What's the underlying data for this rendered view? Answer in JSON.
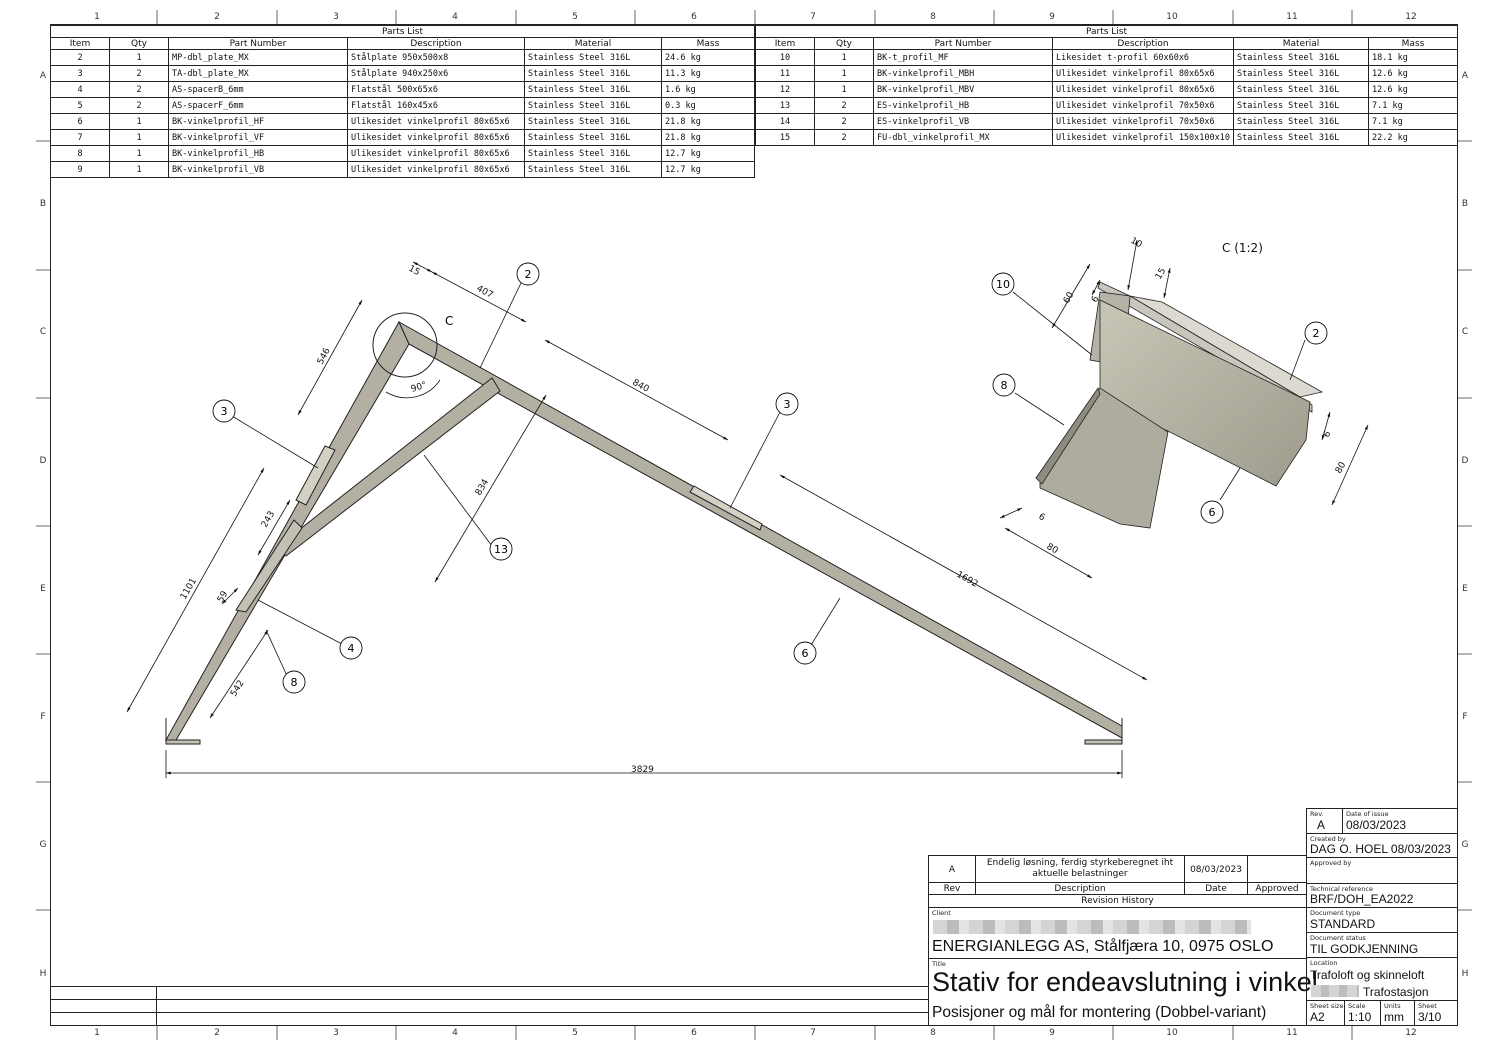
{
  "zones": {
    "columns": [
      "1",
      "2",
      "3",
      "4",
      "5",
      "6",
      "7",
      "8",
      "9",
      "10",
      "11",
      "12"
    ],
    "rows": [
      "A",
      "B",
      "C",
      "D",
      "E",
      "F",
      "G",
      "H"
    ]
  },
  "parts_list_left": {
    "title": "Parts List",
    "headers": [
      "Item",
      "Qty",
      "Part Number",
      "Description",
      "Material",
      "Mass"
    ],
    "rows": [
      [
        "2",
        "1",
        "MP-dbl_plate_MX",
        "Stålplate 950x500x8",
        "Stainless Steel 316L",
        "24.6 kg"
      ],
      [
        "3",
        "2",
        "TA-dbl_plate_MX",
        "Stålplate 940x250x6",
        "Stainless Steel 316L",
        "11.3 kg"
      ],
      [
        "4",
        "2",
        "AS-spacerB_6mm",
        "Flatstål 500x65x6",
        "Stainless Steel 316L",
        "1.6 kg"
      ],
      [
        "5",
        "2",
        "AS-spacerF_6mm",
        "Flatstål 160x45x6",
        "Stainless Steel 316L",
        "0.3 kg"
      ],
      [
        "6",
        "1",
        "BK-vinkelprofil_HF",
        "Ulikesidet vinkelprofil 80x65x6",
        "Stainless Steel 316L",
        "21.8 kg"
      ],
      [
        "7",
        "1",
        "BK-vinkelprofil_VF",
        "Ulikesidet vinkelprofil 80x65x6",
        "Stainless Steel 316L",
        "21.8 kg"
      ],
      [
        "8",
        "1",
        "BK-vinkelprofil_HB",
        "Ulikesidet vinkelprofil 80x65x6",
        "Stainless Steel 316L",
        "12.7 kg"
      ],
      [
        "9",
        "1",
        "BK-vinkelprofil_VB",
        "Ulikesidet vinkelprofil 80x65x6",
        "Stainless Steel 316L",
        "12.7 kg"
      ]
    ]
  },
  "parts_list_right": {
    "title": "Parts List",
    "headers": [
      "Item",
      "Qty",
      "Part Number",
      "Description",
      "Material",
      "Mass"
    ],
    "rows": [
      [
        "10",
        "1",
        "BK-t_profil_MF",
        "Likesidet t-profil 60x60x6",
        "Stainless Steel 316L",
        "18.1 kg"
      ],
      [
        "11",
        "1",
        "BK-vinkelprofil_MBH",
        "Ulikesidet vinkelprofil 80x65x6",
        "Stainless Steel 316L",
        "12.6 kg"
      ],
      [
        "12",
        "1",
        "BK-vinkelprofil_MBV",
        "Ulikesidet vinkelprofil 80x65x6",
        "Stainless Steel 316L",
        "12.6 kg"
      ],
      [
        "13",
        "2",
        "ES-vinkelprofil_HB",
        "Ulikesidet vinkelprofil 70x50x6",
        "Stainless Steel 316L",
        "7.1 kg"
      ],
      [
        "14",
        "2",
        "ES-vinkelprofil_VB",
        "Ulikesidet vinkelprofil 70x50x6",
        "Stainless Steel 316L",
        "7.1 kg"
      ],
      [
        "15",
        "2",
        "FU-dbl_vinkelprofil_MX",
        "Ulikesidet vinkelprofil 150x100x10",
        "Stainless Steel 316L",
        "22.2 kg"
      ]
    ]
  },
  "main_view": {
    "dims": {
      "d15": "15",
      "d407": "407",
      "d546": "546",
      "d90": "90°",
      "d840": "840",
      "d834": "834",
      "d243": "243",
      "d1101": "1101",
      "d59": "59",
      "d542": "542",
      "d1692": "1692",
      "d3829": "3829"
    },
    "detail_label": "C",
    "balloons": {
      "b2": "2",
      "b3a": "3",
      "b3b": "3",
      "b13": "13",
      "b4": "4",
      "b8": "8",
      "b6": "6"
    }
  },
  "detail_view": {
    "title": "C (1:2)",
    "dims": {
      "d10": "10",
      "d15": "15",
      "d60": "60",
      "d6a": "6",
      "d6b": "6",
      "d80a": "80",
      "d6c": "6",
      "d80b": "80"
    },
    "balloons": {
      "b10": "10",
      "b8": "8",
      "b2": "2",
      "b6": "6"
    }
  },
  "revision": {
    "rev": "A",
    "description": "Endelig løsning, ferdig styrkeberegnet iht aktuelle belastninger",
    "date": "08/03/2023",
    "approved": "",
    "headers": {
      "rev": "Rev",
      "description": "Description",
      "date": "Date",
      "approved": "Approved"
    },
    "title": "Revision History"
  },
  "title_block": {
    "client_label": "Client",
    "client": "ENERGIANLEGG AS, Stålfjæra 10, 0975 OSLO",
    "title_label": "Title",
    "title": "Stativ for endeavslutning i vinkel",
    "subtitle": "Posisjoner og mål for montering (Dobbel-variant)",
    "rev_label": "Rev.",
    "rev": "A",
    "date_issue_label": "Date of issue",
    "date_issue": "08/03/2023",
    "created_by_label": "Created by",
    "created_by": "DAG O. HOEL  08/03/2023",
    "approved_by_label": "Approved by",
    "approved_by": "",
    "tech_ref_label": "Technical reference",
    "tech_ref": "BRF/DOH_EA2022",
    "doc_type_label": "Document type",
    "doc_type": "STANDARD",
    "doc_status_label": "Document status",
    "doc_status": "TIL GODKJENNING",
    "location_label": "Location",
    "location_1": "Trafoloft og skinneloft",
    "location_2": "Trafostasjon",
    "sheet_size_label": "Sheet size",
    "sheet_size": "A2",
    "scale_label": "Scale",
    "scale": "1:10",
    "units_label": "Units",
    "units": "mm",
    "sheet_label": "Sheet",
    "sheet": "3/10"
  }
}
